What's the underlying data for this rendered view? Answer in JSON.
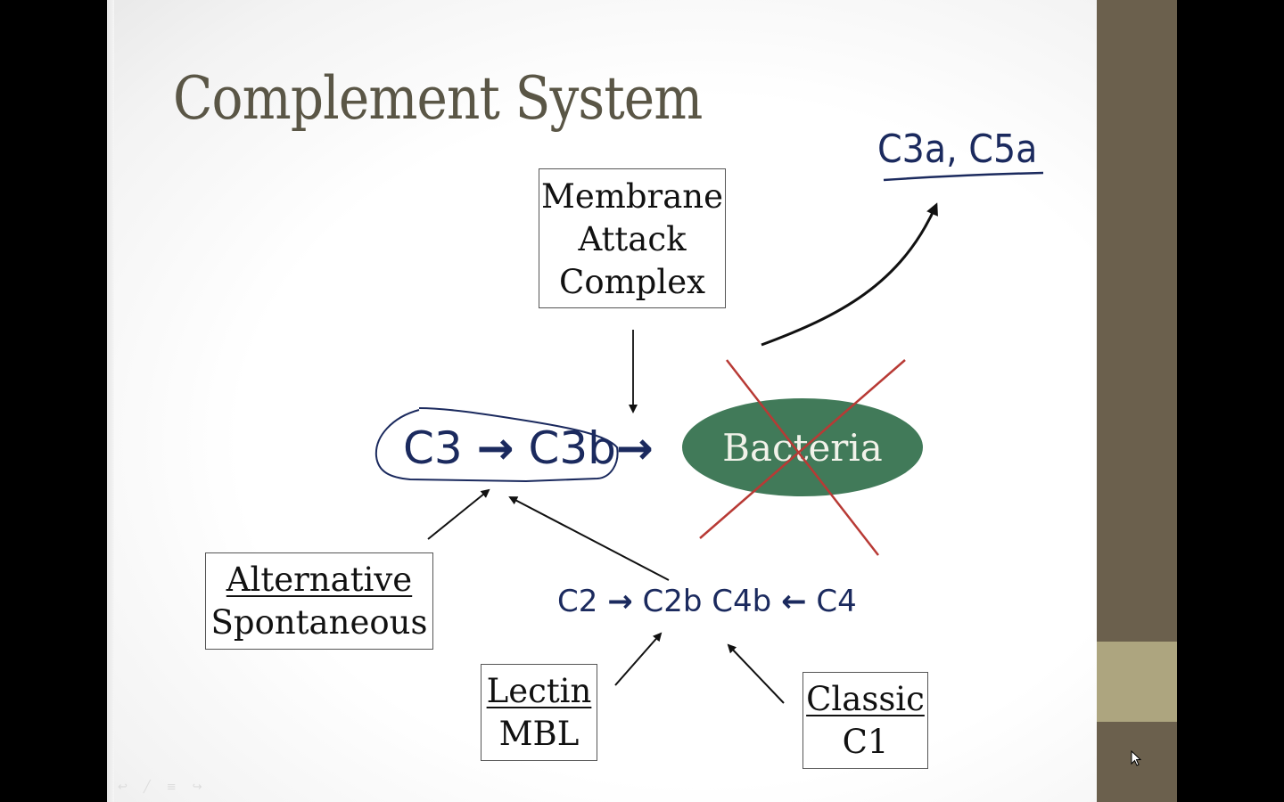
{
  "slide": {
    "title": "Complement System",
    "products_label": "C3a, C5a",
    "mac_box": {
      "lines": [
        "Membrane",
        "Attack",
        "Complex"
      ]
    },
    "c3_chain": {
      "c3": "C3",
      "arrow1": "→",
      "c3b": "C3b",
      "arrow2": "→"
    },
    "bacteria_label": "Bacteria",
    "c2_chain": {
      "c2": "C2",
      "arrow1": "→",
      "c2b": "C2b",
      "c4b": "C4b",
      "arrow2": "←",
      "c4": "C4"
    },
    "alternative_box": {
      "heading": "Alternative",
      "sub": "Spontaneous"
    },
    "lectin_box": {
      "heading": "Lectin",
      "sub": "MBL"
    },
    "classic_box": {
      "heading": "Classic",
      "sub": "C1"
    }
  },
  "colors": {
    "title": "#5a5646",
    "navy_text": "#1b2a5e",
    "bacteria_fill": "#417a59",
    "cross_out": "#b83a35",
    "sidebar": "#6b604d",
    "sidebar_accent": "#ada57f"
  },
  "footer_controls": {
    "icons": [
      "back-arrow-icon",
      "pen-icon",
      "menu-icon",
      "forward-arrow-icon"
    ]
  }
}
